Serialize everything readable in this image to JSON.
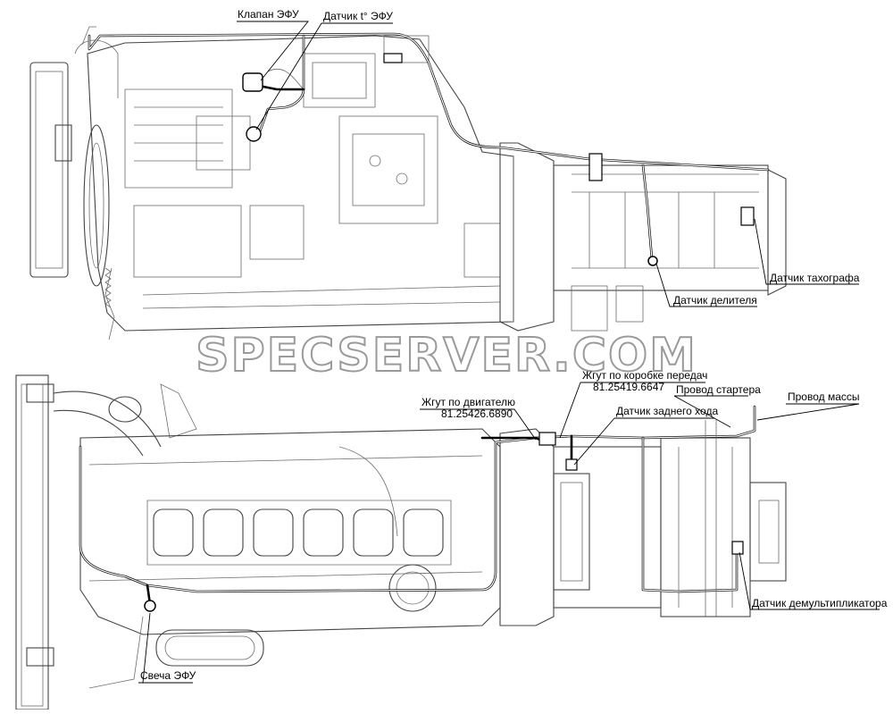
{
  "watermark": "SPECSERVER.COM",
  "labels": {
    "efu_valve": "Клапан ЭФУ",
    "efu_temp_sensor": "Датчик t° ЭФУ",
    "tachograph_sensor": "Датчик тахографа",
    "divider_sensor": "Датчик делителя",
    "gearbox_harness": "Жгут по коробке передач",
    "gearbox_harness_code": "81.25419.6647",
    "engine_harness": "Жгут по двигателю",
    "engine_harness_code": "81.25426.6890",
    "starter_wire": "Провод стартера",
    "ground_wire": "Провод массы",
    "reverse_sensor": "Датчик заднего хода",
    "demultiplier_sensor": "Датчик демультипликатора",
    "efu_plug": "Свеча ЭФУ"
  }
}
